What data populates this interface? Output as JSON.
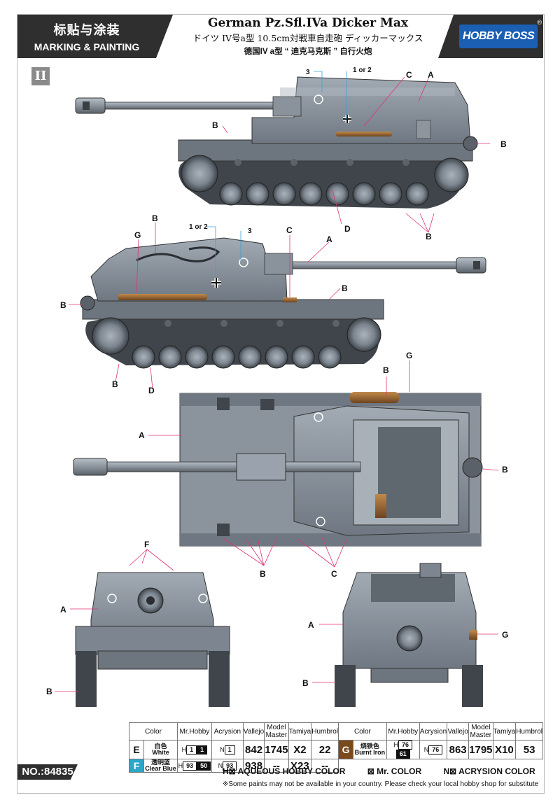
{
  "header": {
    "section_cn": "标贴与涂装",
    "section_en": "MARKING & PAINTING",
    "title_en": "German Pz.Sfl.IVa Dicker Max",
    "title_jp": "ドイツ IV号a型 10.5cm対戦車自走砲 ディッカーマックス",
    "title_cn": "德国IV a型 “ 迪克马克斯 ” 自行火炮",
    "logo_text": "HOBBY BOSS",
    "logo_reg": "®"
  },
  "sheet_number": "II",
  "callouts": {
    "view1": [
      "3",
      "1 or 2",
      "C",
      "A",
      "B",
      "B",
      "D",
      "B"
    ],
    "view2": [
      "B",
      "G",
      "1 or 2",
      "3",
      "C",
      "A",
      "B",
      "B",
      "B",
      "D"
    ],
    "view3": [
      "B",
      "G",
      "A",
      "B",
      "B",
      "C"
    ],
    "view4": [
      "F",
      "A",
      "B"
    ],
    "view5": [
      "A",
      "G",
      "B"
    ]
  },
  "color_table": {
    "headers": [
      "Color",
      "Mr.Hobby",
      "Acrysion",
      "Vallejo",
      "Model Master",
      "Tamiya",
      "Humbrol"
    ],
    "rows_left": [
      {
        "letter": "E",
        "name_cn": "白色",
        "name_en": "White",
        "swatch": "#ffffff",
        "h_prefix": "H",
        "h1": "1",
        "h2": "1",
        "n_prefix": "N",
        "n": "1",
        "vallejo": "842",
        "model_master": "1745",
        "tamiya": "X2",
        "humbrol": "22"
      },
      {
        "letter": "F",
        "name_cn": "透明蓝",
        "name_en": "Clear Blue",
        "swatch": "#2aa7c9",
        "h_prefix": "H",
        "h1": "93",
        "h2": "50",
        "n_prefix": "N",
        "n": "93",
        "vallejo": "938",
        "model_master": "--",
        "tamiya": "X23",
        "humbrol": "--"
      }
    ],
    "rows_right": [
      {
        "letter": "G",
        "name_cn": "烧铁色",
        "name_en": "Burnt Iron",
        "swatch": "#7a4a1c",
        "h_prefix": "H",
        "h1": "76",
        "h2": "61",
        "n_prefix": "N",
        "n": "76",
        "vallejo": "863",
        "model_master": "1795",
        "tamiya": "X10",
        "humbrol": "53"
      }
    ]
  },
  "legend": {
    "aqueous": "H⊠ AQUEOUS HOBBY COLOR",
    "mr_color": "⊠ Mr. COLOR",
    "acrysion": "N⊠ ACRYSION COLOR"
  },
  "note": "※Some paints may not be available in your country. Please check your local hobby shop for substitute",
  "product_no": "NO.:84835",
  "colors": {
    "hull_grey": "#7d8690",
    "hull_light": "#9aa3ad",
    "hull_dark": "#4d535a",
    "callout_magenta": "#e0307a",
    "callout_blue": "#3aa0d8",
    "burnt_iron": "#8a5a2a"
  }
}
